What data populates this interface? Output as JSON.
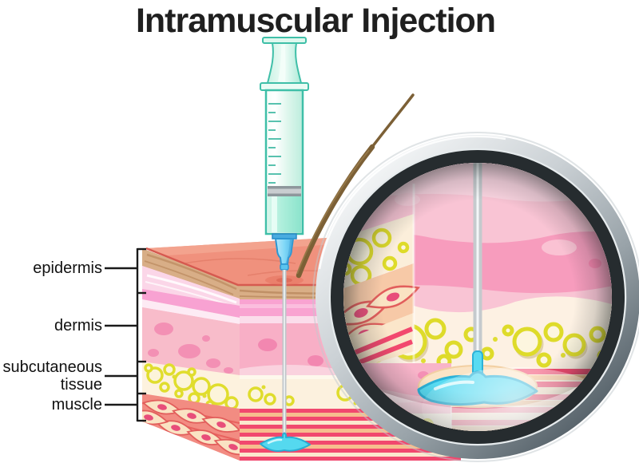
{
  "title": "Intramuscular Injection",
  "diagram": {
    "layer_labels": [
      {
        "id": "epidermis",
        "text": "epidermis"
      },
      {
        "id": "dermis",
        "text": "dermis"
      },
      {
        "id": "subcutaneous-tissue",
        "text": "subcutaneous\ntissue"
      },
      {
        "id": "muscle",
        "text": "muscle"
      }
    ]
  },
  "colors": {
    "background": "#FFFFFF",
    "title_text": "#1F1F1F",
    "label_text": "#111111",
    "skin_surface": "#F0917D",
    "epidermis_tan": "#D8AE87",
    "dermis_pink": "#F8BCCA",
    "fat_cell_yellow": "#DFDC2B",
    "muscle_red": "#F1486E",
    "syringe_teal": "#3FBFA8",
    "needle_hub_blue": "#5BC4EE",
    "medicine_cyan": "#55D9EF",
    "hair_brown": "#7C6036",
    "lens_metal_gray": "#9AA4AA"
  }
}
